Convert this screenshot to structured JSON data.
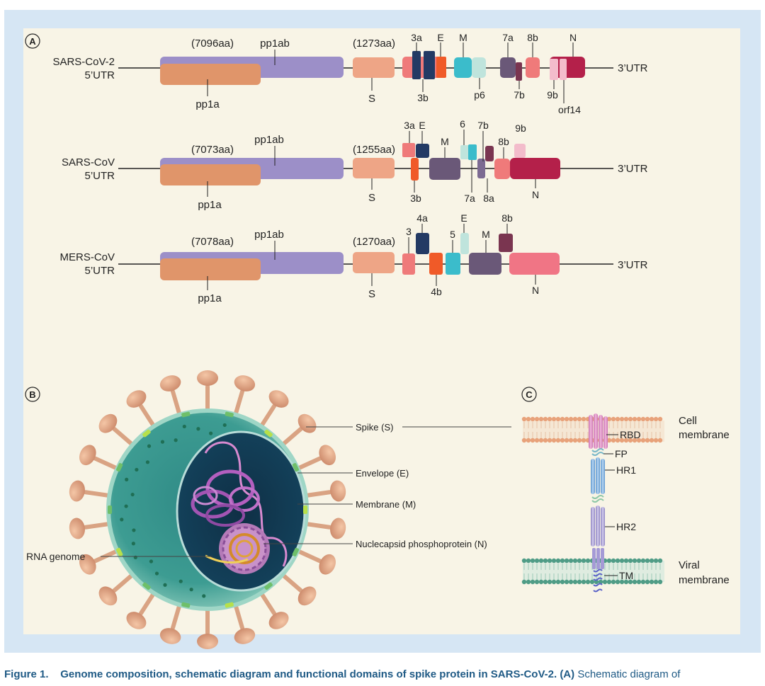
{
  "panel_letters": {
    "a": "A",
    "b": "B",
    "c": "C"
  },
  "panel_a": {
    "genomes": [
      {
        "name": "SARS-CoV-2",
        "utr5": "5’UTR",
        "utr3": "3’UTR",
        "pp1ab": "pp1ab",
        "pp1ab_len": "(7096aa)",
        "pp1a": "pp1a",
        "s": "S",
        "s_len": "(1273aa)",
        "genes": [
          "3a",
          "3b",
          "E",
          "M",
          "p6",
          "7a",
          "7b",
          "8b",
          "9b",
          "N",
          "orf14"
        ]
      },
      {
        "name": "SARS-CoV",
        "utr5": "5’UTR",
        "utr3": "3’UTR",
        "pp1ab": "pp1ab",
        "pp1ab_len": "(7073aa)",
        "pp1a": "pp1a",
        "s": "S",
        "s_len": "(1255aa)",
        "genes": [
          "3a",
          "E",
          "3b",
          "M",
          "6",
          "7b",
          "7a",
          "8a",
          "8b",
          "9b",
          "N"
        ]
      },
      {
        "name": "MERS-CoV",
        "utr5": "5’UTR",
        "utr3": "3’UTR",
        "pp1ab": "pp1ab",
        "pp1ab_len": "(7078aa)",
        "pp1a": "pp1a",
        "s": "S",
        "s_len": "(1270aa)",
        "genes": [
          "3",
          "4a",
          "4b",
          "5",
          "E",
          "M",
          "8b",
          "N"
        ]
      }
    ]
  },
  "panel_b": {
    "labels": {
      "spike": "Spike (S)",
      "envelope": "Envelope (E)",
      "membrane": "Membrane (M)",
      "nucleocapsid": "Nuclecapsid phosphoprotein (N)",
      "rna": "RNA genome"
    }
  },
  "panel_c": {
    "labels": {
      "cell": "Cell",
      "cell2": "membrane",
      "rbd": "RBD",
      "fp": "FP",
      "hr1": "HR1",
      "hr2": "HR2",
      "viral": "Viral",
      "viral2": "membrane",
      "tm": "TM"
    }
  },
  "caption": {
    "figure": "Figure 1.",
    "title": "Genome composition, schematic diagram and functional domains of spike protein in SARS-CoV-2.",
    "panel": "(A)",
    "rest": "Schematic diagram of"
  },
  "colors": {
    "pp1ab": "#9c8fc8",
    "pp1a": "#e0956a",
    "s": "#eea586",
    "salmon": "#ef7a7a",
    "navy": "#233a64",
    "orange_red": "#f05a28",
    "teal": "#3bbccb",
    "mint": "#bfe4dc",
    "plum": "#6a5878",
    "maroon": "#7a3550",
    "crimson": "#b4204a",
    "pink": "#f3bccb",
    "rose": "#f07585"
  }
}
